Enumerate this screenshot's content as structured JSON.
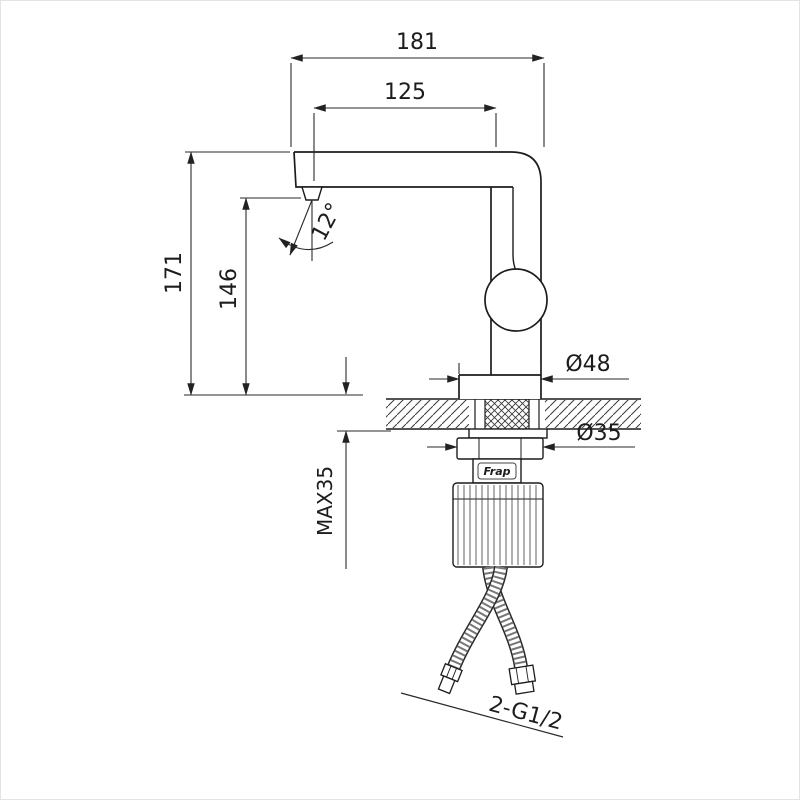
{
  "drawing": {
    "type": "faucet-installation-technical-drawing",
    "dimensions": {
      "total_reach": "181",
      "spout_reach": "125",
      "total_height": "171",
      "spout_height": "146",
      "spout_angle": "12°",
      "base_diameter": "Ø48",
      "hole_diameter": "Ø35",
      "max_deck_thickness": "MAX35",
      "hose_thread": "2-G1/2"
    },
    "brand": "Frap",
    "colors": {
      "line": "#1c1c1c",
      "dim_line": "#2a2a2a",
      "background": "#ffffff"
    }
  }
}
